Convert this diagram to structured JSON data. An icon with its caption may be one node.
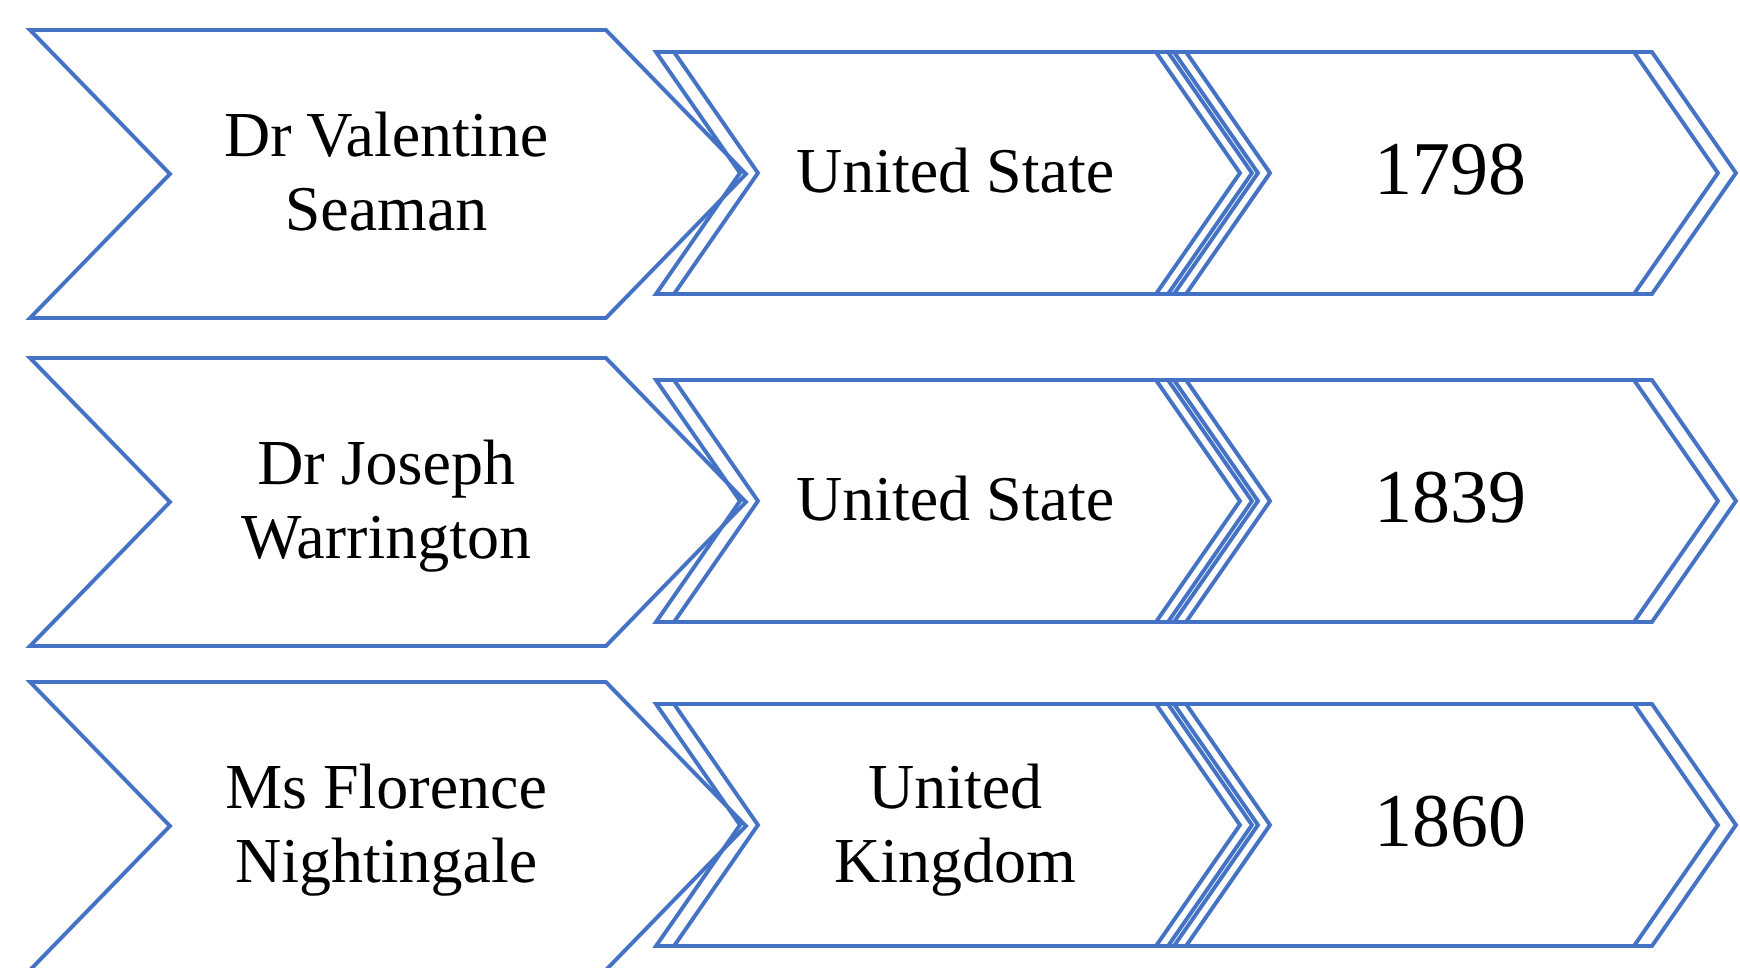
{
  "diagram": {
    "nodes": [
      {
        "text": [
          "Dr Valentine Seaman"
        ]
      },
      {
        "text": [
          "United State"
        ]
      },
      {
        "text": [
          "1798"
        ]
      },
      {
        "text": [
          "Dr Joseph Warrington"
        ]
      },
      {
        "text": [
          "United State"
        ]
      },
      {
        "text": [
          "1839"
        ]
      },
      {
        "text": [
          "Ms Florence Nightingale"
        ]
      },
      {
        "text": [
          "United Kingdom"
        ]
      },
      {
        "text": [
          "1860"
        ]
      }
    ]
  }
}
